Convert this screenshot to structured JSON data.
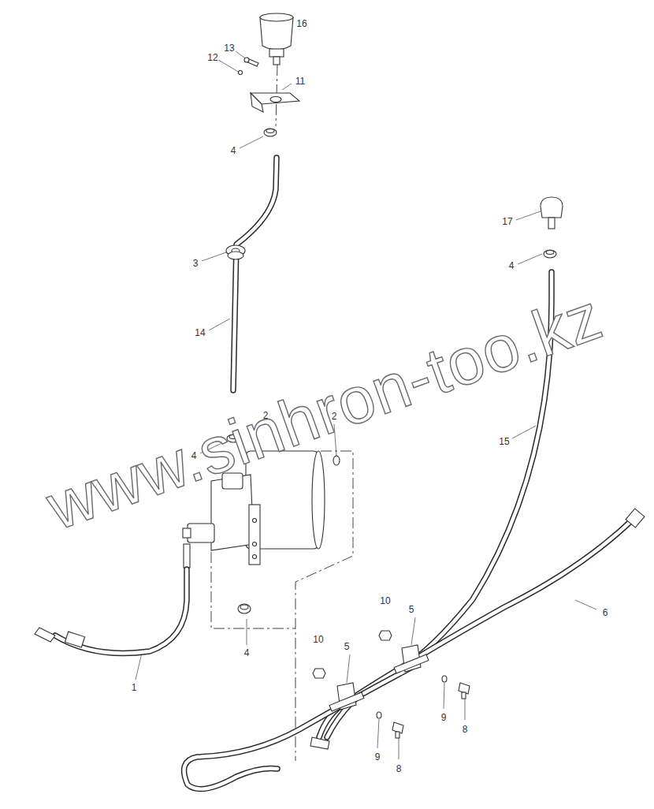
{
  "diagram": {
    "labels": [
      "16",
      "13",
      "12",
      "11",
      "4",
      "17",
      "4",
      "3",
      "14",
      "15",
      "2",
      "2",
      "4",
      "4",
      "1",
      "6",
      "10",
      "5",
      "10",
      "5",
      "9",
      "8",
      "9",
      "8",
      "www.sinhron-too.kz"
    ]
  }
}
